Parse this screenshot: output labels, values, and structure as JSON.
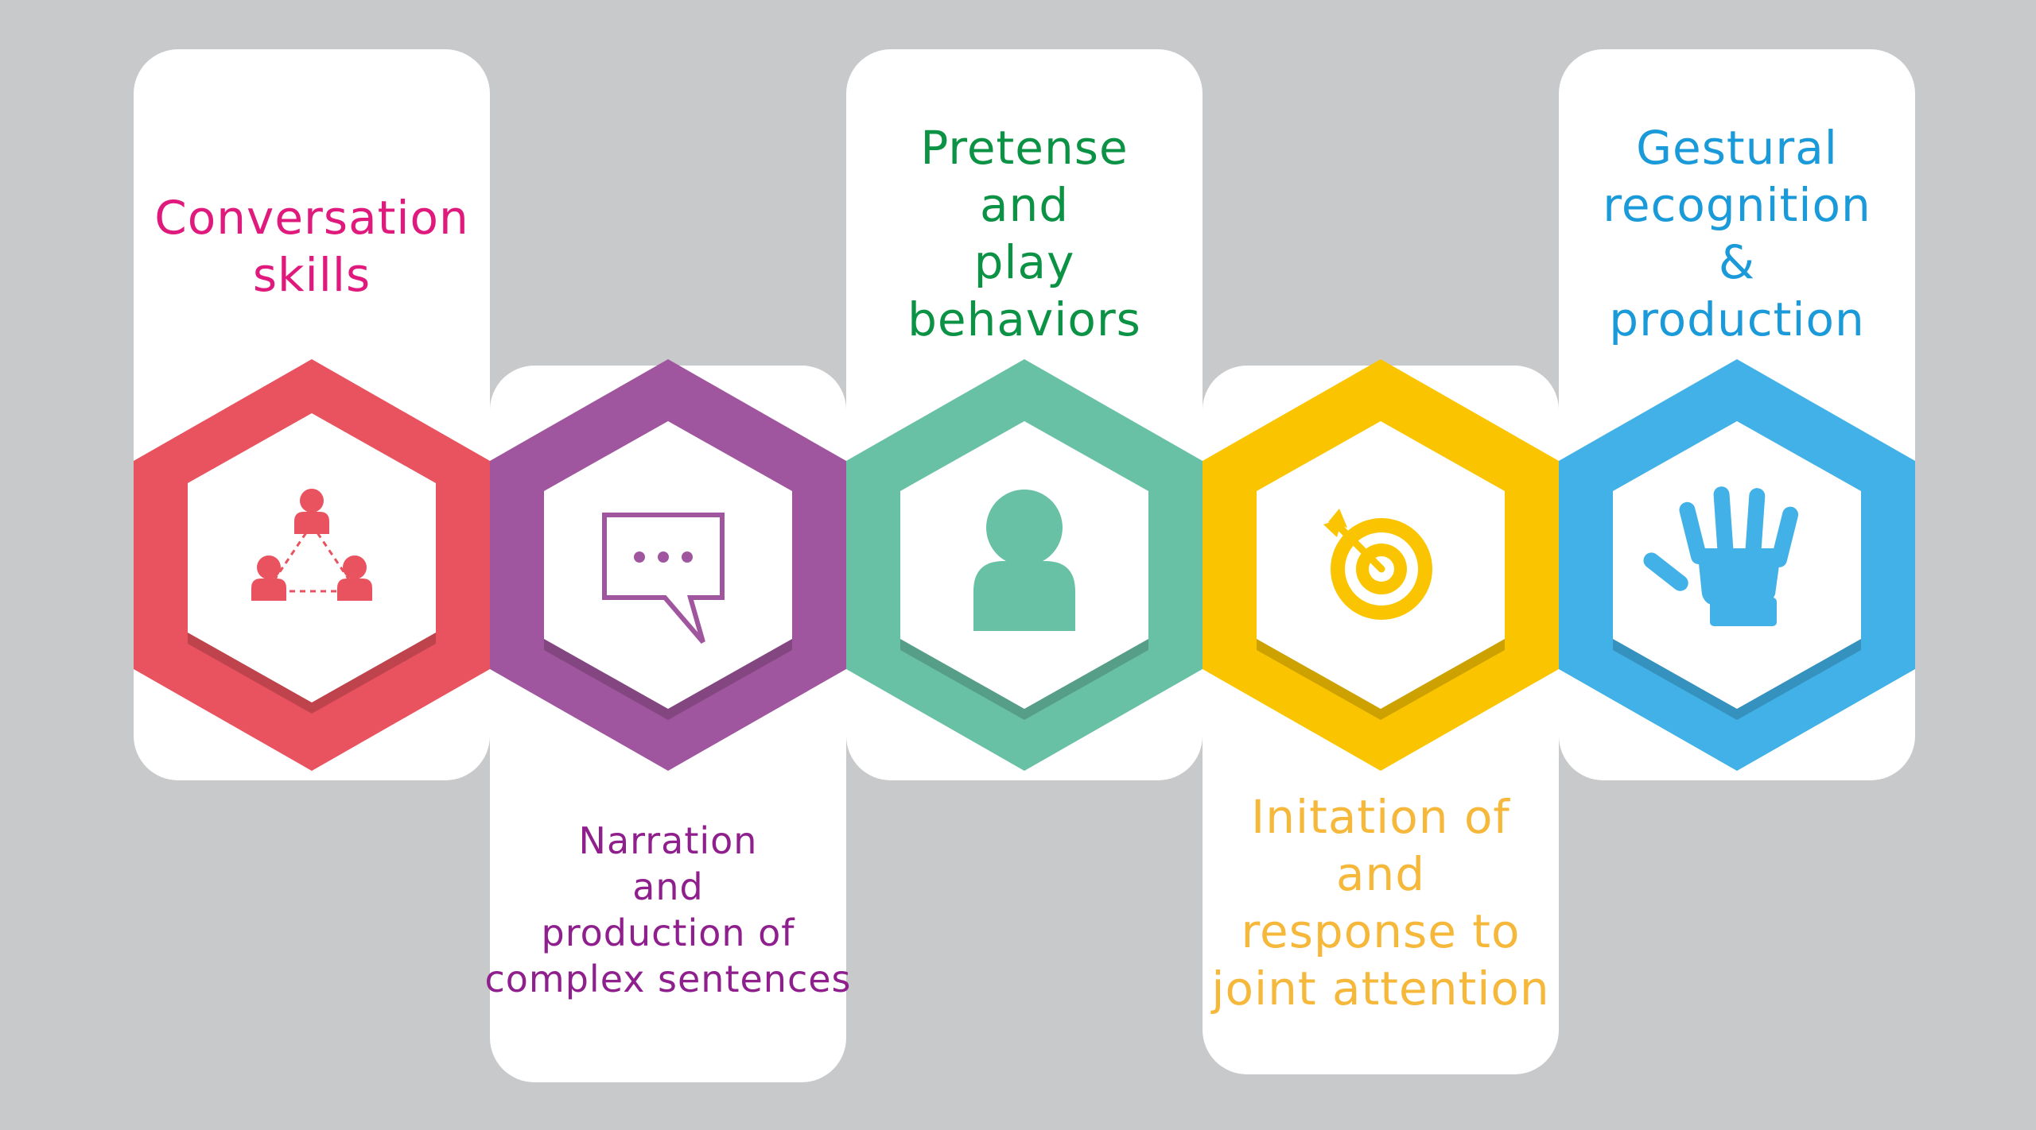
{
  "colors": {
    "background": "#c8c9cb",
    "card": "#ffffff",
    "red": "#e9525f",
    "purple": "#a0569e",
    "green": "#69c1a5",
    "yellow": "#fac500",
    "blue": "#41b1e7"
  },
  "steps": [
    {
      "label_lines": [
        "Conversation",
        "skills"
      ],
      "text_color": "#e0197d",
      "hex_color": "#e9525f",
      "icon": "people-network-icon"
    },
    {
      "label_lines": [
        "Narration",
        "and",
        "production of",
        "complex sentences"
      ],
      "text_color": "#8e1f8c",
      "hex_color": "#a0569e",
      "icon": "speech-bubble-icon"
    },
    {
      "label_lines": [
        "Pretense",
        "and",
        "play",
        "behaviors"
      ],
      "text_color": "#0c9245",
      "hex_color": "#69c1a5",
      "icon": "person-icon"
    },
    {
      "label_lines": [
        "Initation of",
        "and",
        "response to",
        "joint attention"
      ],
      "text_color": "#f6b83a",
      "hex_color": "#fac500",
      "icon": "target-arrow-icon"
    },
    {
      "label_lines": [
        "Gestural",
        "recognition",
        "&",
        "production"
      ],
      "text_color": "#1a9ad9",
      "hex_color": "#41b1e7",
      "icon": "hand-icon"
    }
  ]
}
